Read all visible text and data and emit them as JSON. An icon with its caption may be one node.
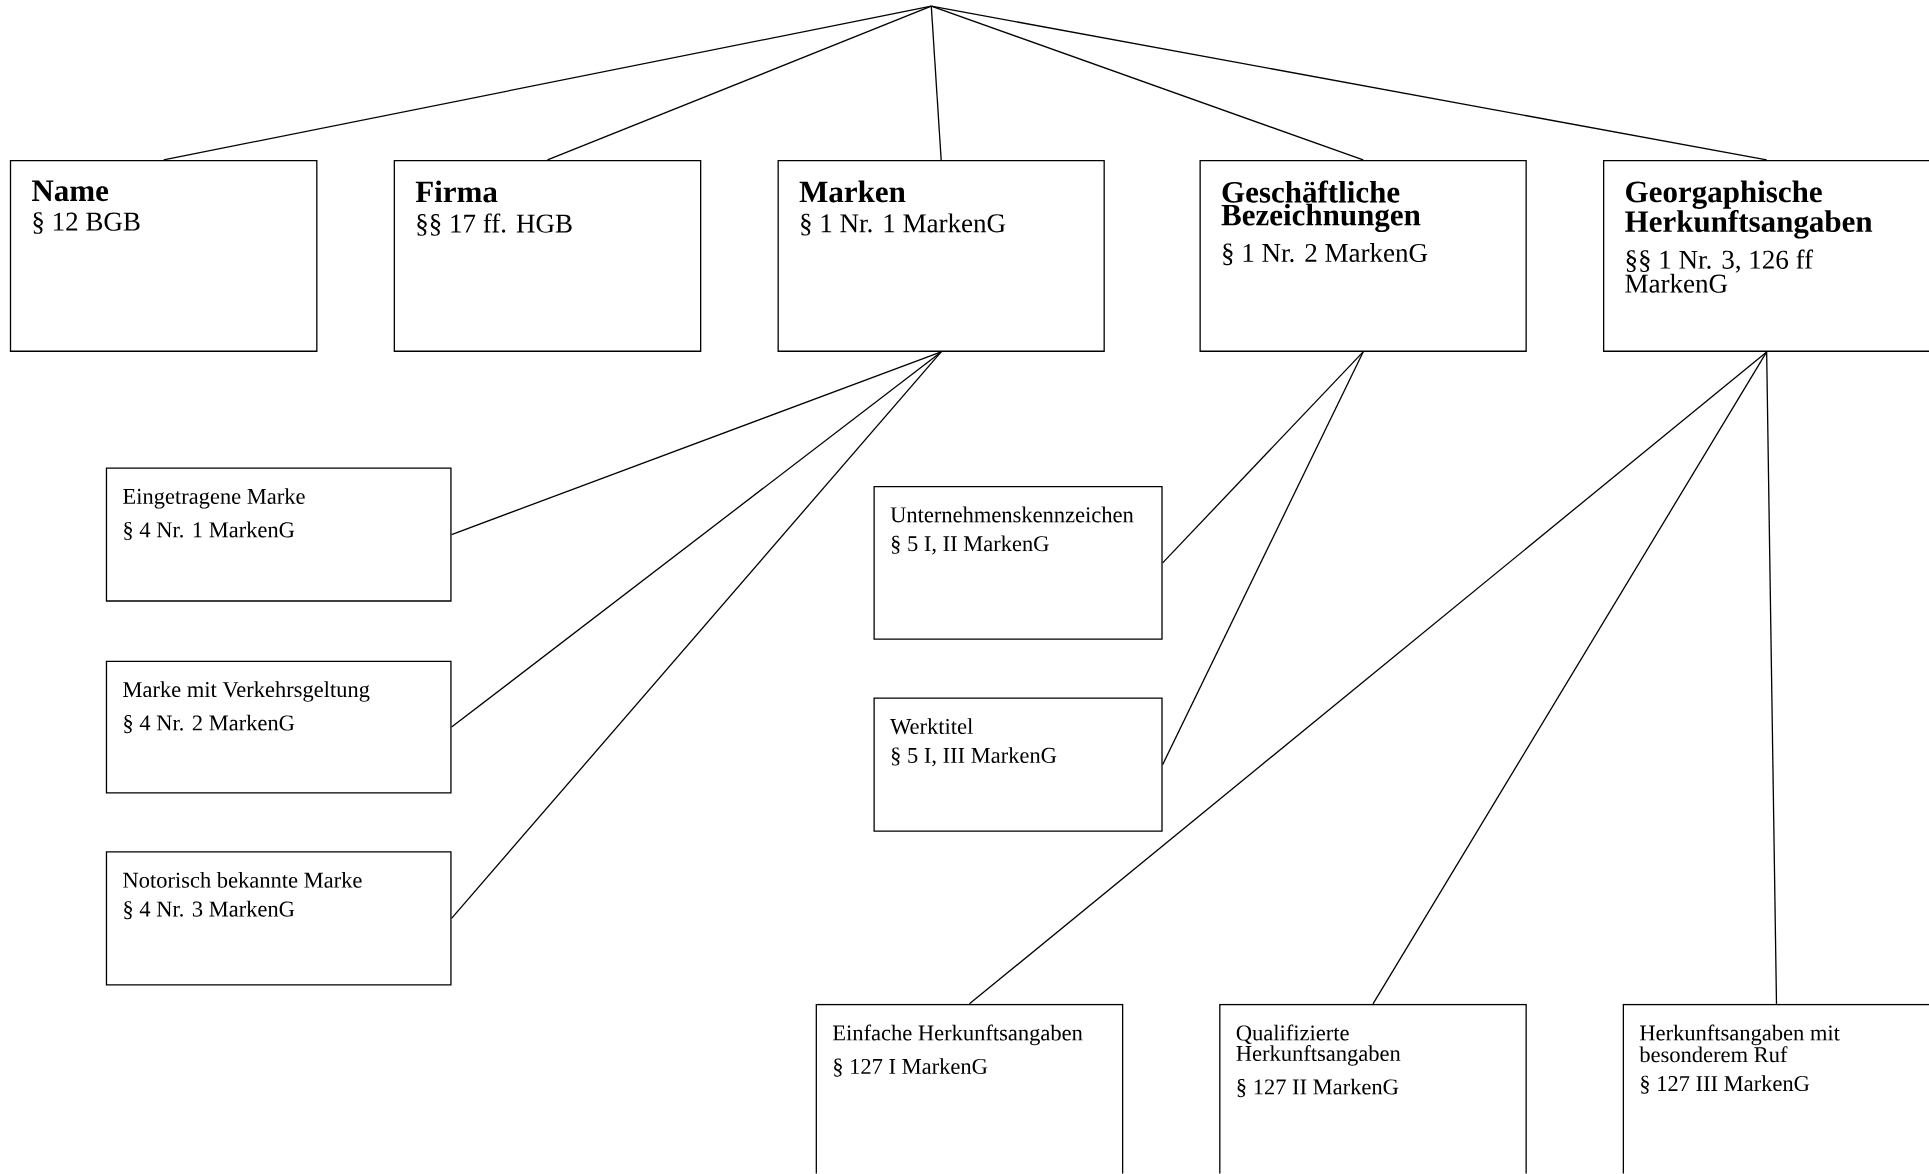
{
  "diagram": {
    "nodes": [
      {
        "text": [
          "Name",
          "§ 12 BGB"
        ]
      },
      {
        "text": [
          "Firma",
          "§§ 17 ff. HGB"
        ]
      },
      {
        "text": [
          "Marken",
          "§ 1 Nr. 1 MarkenG"
        ]
      },
      {
        "text": [
          "Geschäftliche Bezeichnungen",
          "§ 1 Nr. 2 MarkenG"
        ]
      },
      {
        "text": [
          "Georgaphische Herkunftsangaben",
          "§§ 1 Nr. 3, 126 ff MarkenG"
        ]
      },
      {
        "text": [
          "Eingetragene Marke",
          "§ 4 Nr. 1 MarkenG"
        ]
      },
      {
        "text": [
          "Marke mit Verkehrsgeltung",
          "§ 4 Nr. 2 MarkenG"
        ]
      },
      {
        "text": [
          "Notorisch bekannte Marke",
          "§ 4 Nr. 3 MarkenG"
        ]
      },
      {
        "text": [
          "Unternehmenskennzeichen",
          "§ 5 I, II MarkenG"
        ]
      },
      {
        "text": [
          "Werktitel",
          "§ 5 I, III MarkenG"
        ]
      },
      {
        "text": [
          "Einfache Herkunftsangaben",
          "§ 127 I MarkenG"
        ]
      },
      {
        "text": [
          "Qualifizierte Herkunftsangaben",
          "§ 127 II MarkenG"
        ]
      },
      {
        "text": [
          "Herkunftsangaben mit besonderem Ruf",
          "§ 127 III MarkenG"
        ]
      }
    ],
    "edges": [
      {
        "from": null,
        "to": 0,
        "arrow": "none"
      },
      {
        "from": null,
        "to": 1,
        "arrow": "none"
      },
      {
        "from": null,
        "to": 2,
        "arrow": "none"
      },
      {
        "from": null,
        "to": 3,
        "arrow": "none"
      },
      {
        "from": null,
        "to": 4,
        "arrow": "none"
      },
      {
        "from": 2,
        "to": 5,
        "arrow": "none"
      },
      {
        "from": 2,
        "to": 6,
        "arrow": "none"
      },
      {
        "from": 2,
        "to": 7,
        "arrow": "none"
      },
      {
        "from": 3,
        "to": 8,
        "arrow": "none"
      },
      {
        "from": 3,
        "to": 9,
        "arrow": "none"
      },
      {
        "from": 4,
        "to": 10,
        "arrow": "none"
      },
      {
        "from": 4,
        "to": 11,
        "arrow": "none"
      },
      {
        "from": 4,
        "to": 12,
        "arrow": "none"
      }
    ]
  }
}
